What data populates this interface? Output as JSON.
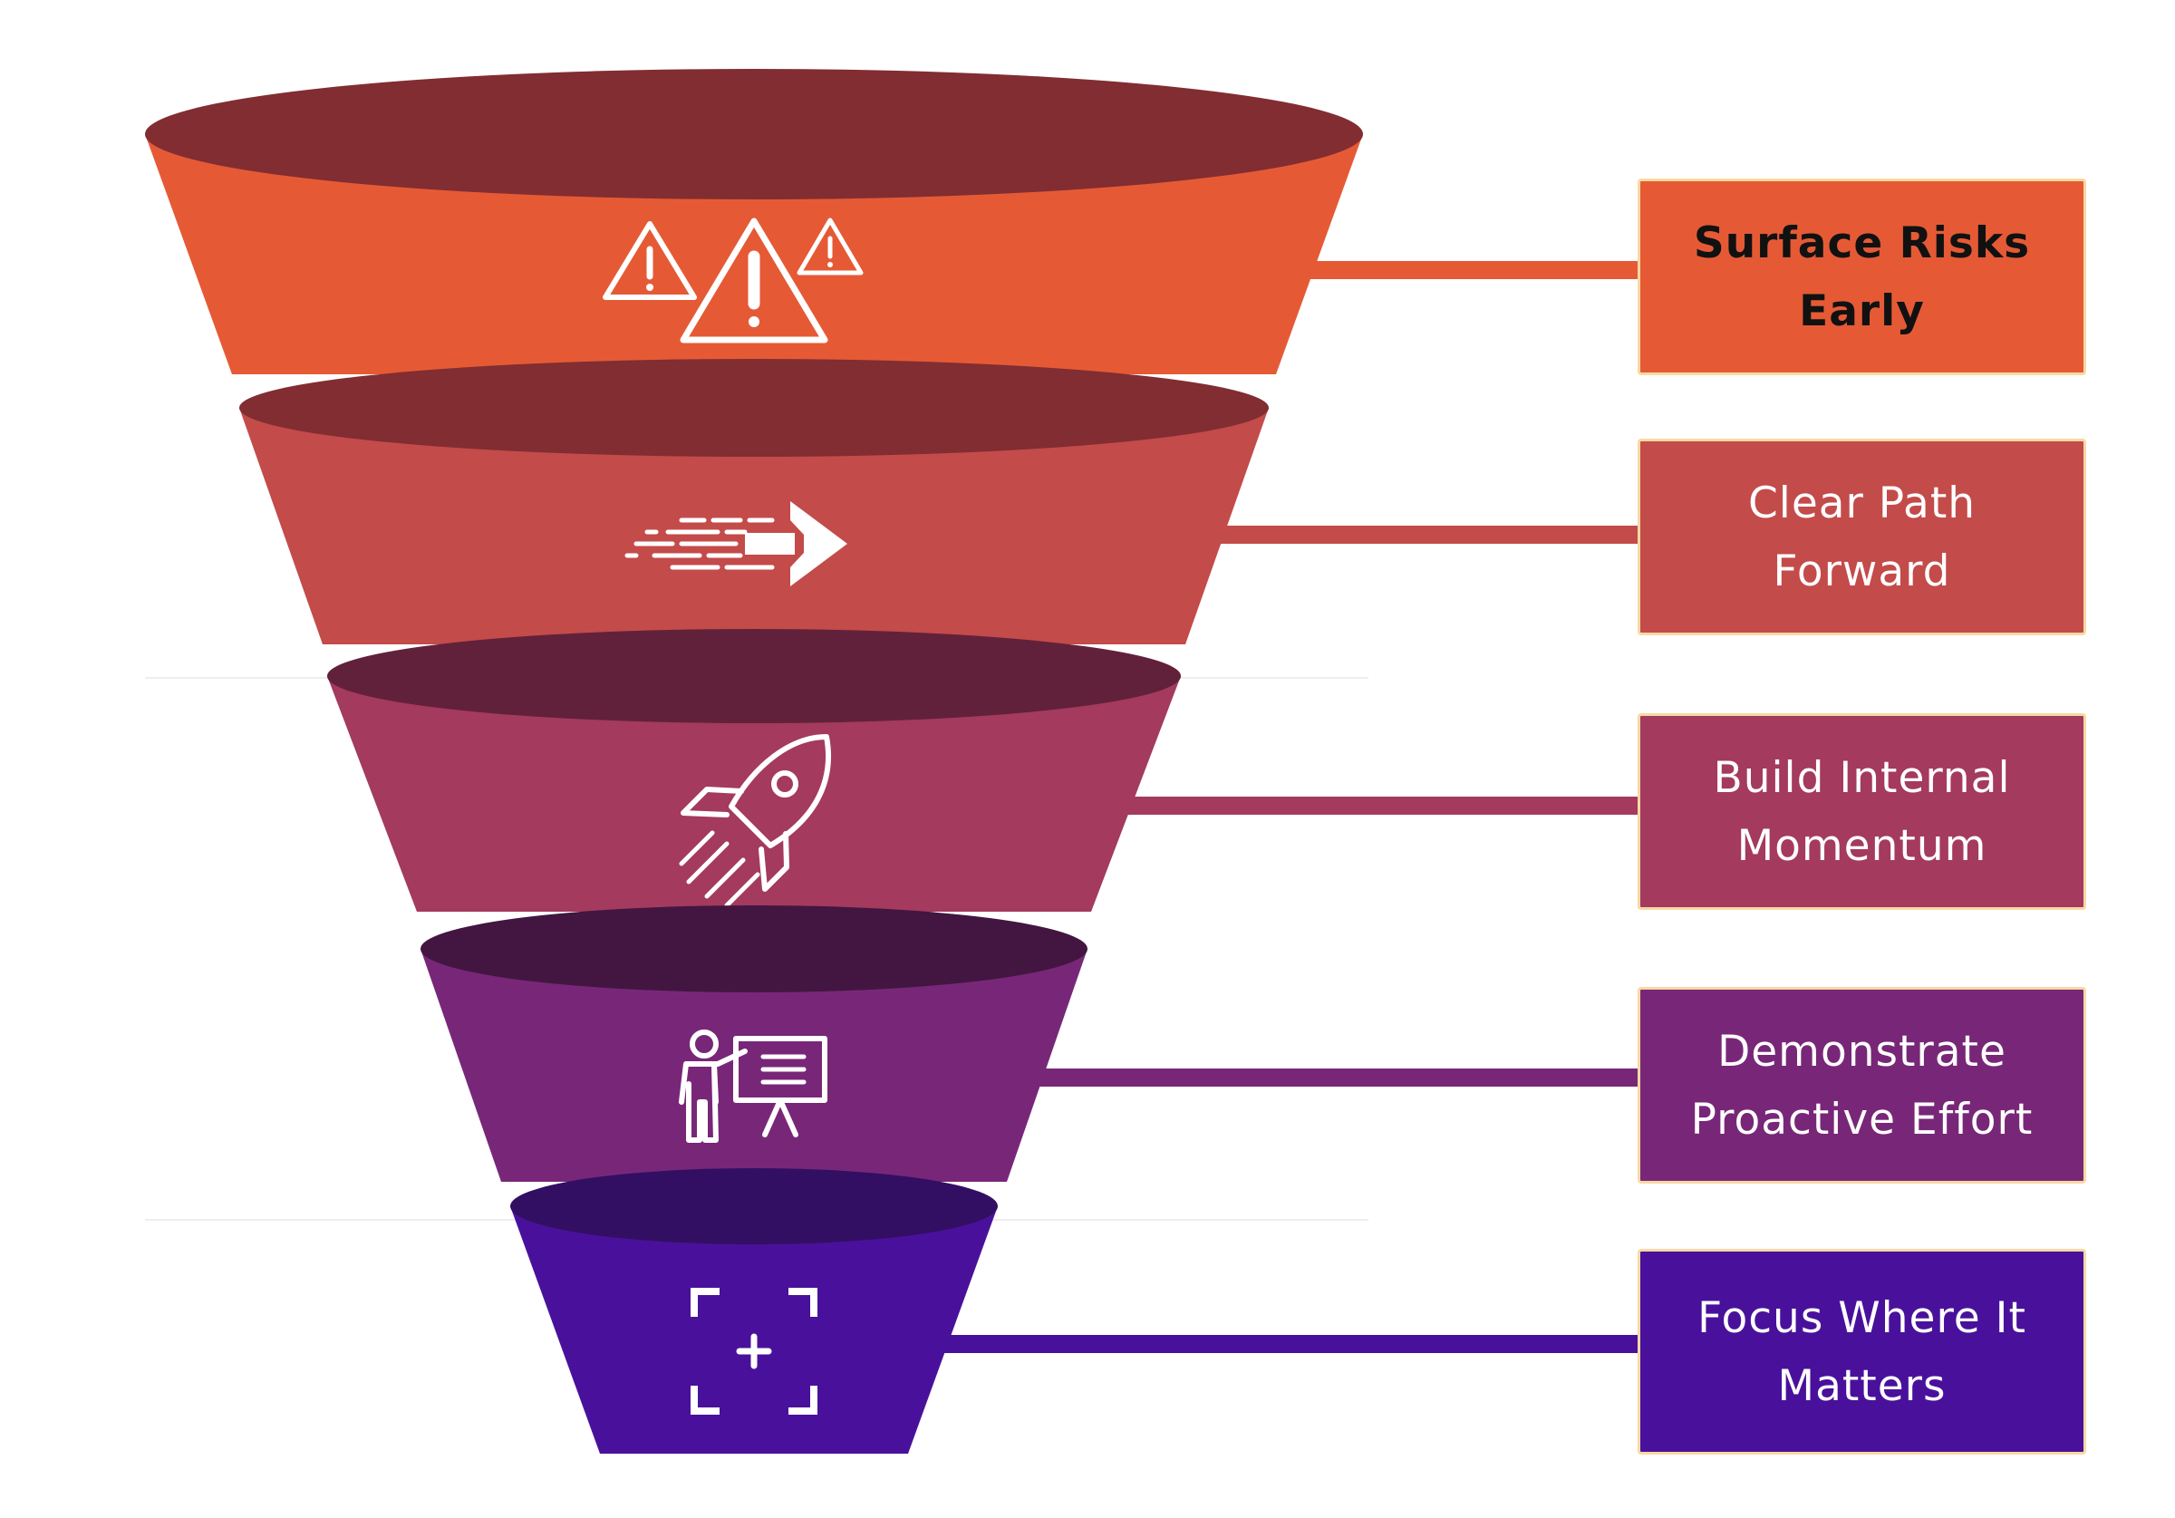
{
  "stages": [
    {
      "label": "Surface Risks\nEarly",
      "icon": "warning-triangles-icon",
      "color": "#e55a35",
      "rim_color": "#812d32",
      "bold": true
    },
    {
      "label": "Clear Path\nForward",
      "icon": "speed-arrow-icon",
      "color": "#c34b4a",
      "rim_color": "#812d32",
      "bold": false
    },
    {
      "label": "Build Internal\nMomentum",
      "icon": "rocket-icon",
      "color": "#a43a5d",
      "rim_color": "#62213a",
      "bold": false
    },
    {
      "label": "Demonstrate\nProactive Effort",
      "icon": "presenter-board-icon",
      "color": "#782778",
      "rim_color": "#421641",
      "bold": false
    },
    {
      "label": "Focus Where It\nMatters",
      "icon": "focus-target-icon",
      "color": "#49119b",
      "rim_color": "#320f62",
      "bold": false
    }
  ],
  "colors": {
    "box_border": "#f7d9a3",
    "background": "#ffffff"
  }
}
